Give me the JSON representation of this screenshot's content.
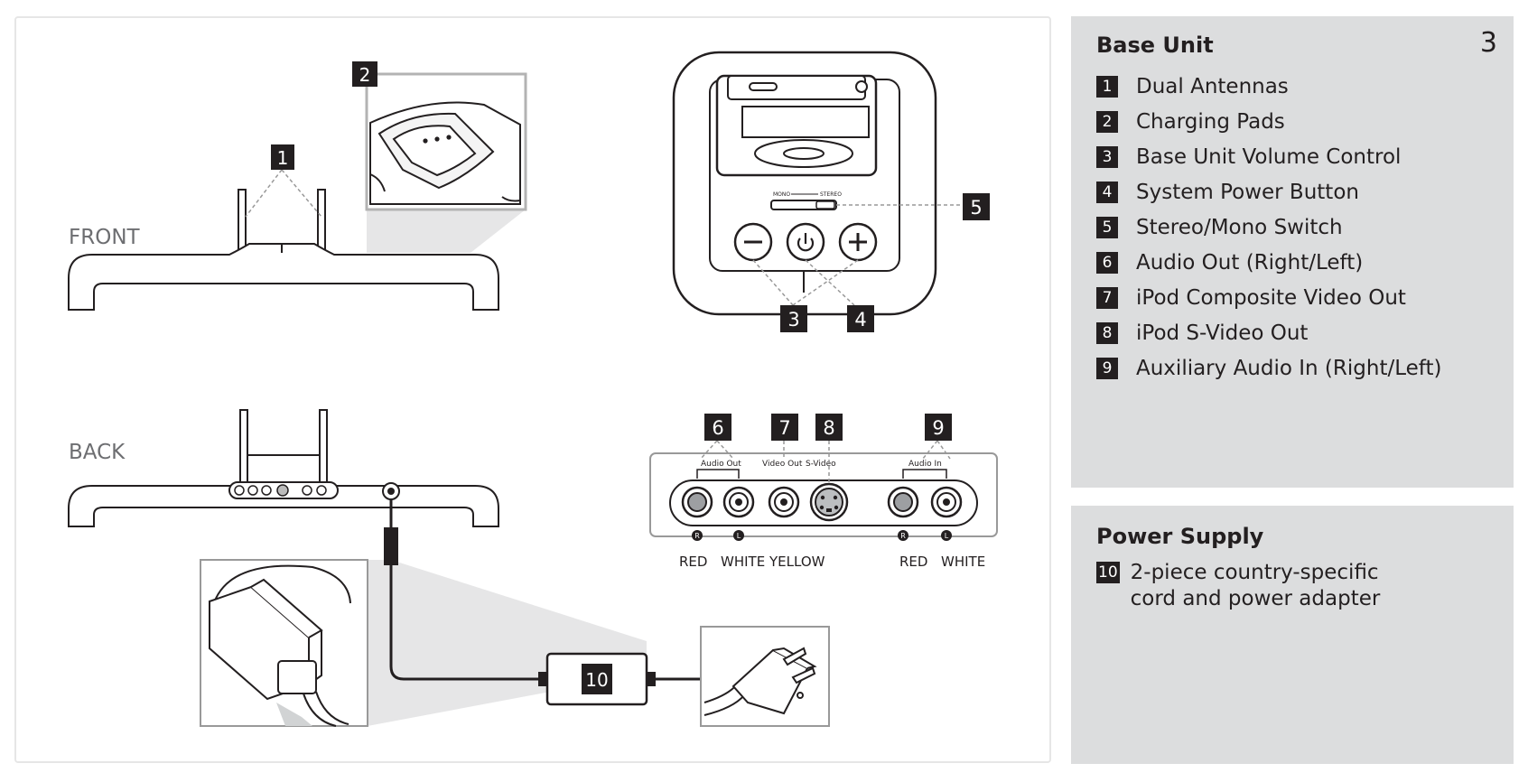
{
  "diagram": {
    "front_label": "FRONT",
    "back_label": "BACK",
    "switch_mono": "MONO",
    "switch_stereo": "STEREO",
    "port_group_labels": {
      "audio_out": "Audio Out",
      "video_out": "Video Out",
      "s_video": "S-Video",
      "audio_in": "Audio In"
    },
    "channel_r": "R",
    "channel_l": "L",
    "color_labels": [
      "RED",
      "WHITE",
      "YELLOW",
      "RED",
      "WHITE"
    ],
    "callouts": [
      "1",
      "2",
      "3",
      "4",
      "5",
      "6",
      "7",
      "8",
      "9",
      "10"
    ]
  },
  "sidebar": {
    "page_number": "3",
    "base_unit": {
      "title": "Base Unit",
      "items": [
        {
          "num": "1",
          "label": "Dual Antennas"
        },
        {
          "num": "2",
          "label": "Charging Pads"
        },
        {
          "num": "3",
          "label": "Base Unit Volume Control"
        },
        {
          "num": "4",
          "label": "System Power Button"
        },
        {
          "num": "5",
          "label": "Stereo/Mono Switch"
        },
        {
          "num": "6",
          "label": "Audio Out (Right/Left)"
        },
        {
          "num": "7",
          "label": "iPod Composite Video Out"
        },
        {
          "num": "8",
          "label": "iPod S-Video Out"
        },
        {
          "num": "9",
          "label": "Auxiliary Audio In (Right/Left)"
        }
      ]
    },
    "power_supply": {
      "title": "Power Supply",
      "item": {
        "num": "10",
        "line1": "2-piece country-specific",
        "line2": "cord and power adapter"
      }
    }
  },
  "colors": {
    "badge": "#231f20",
    "sidebar_bg": "#dcddde",
    "callout_gray": "#e6e6e7",
    "line": "#231f20"
  }
}
